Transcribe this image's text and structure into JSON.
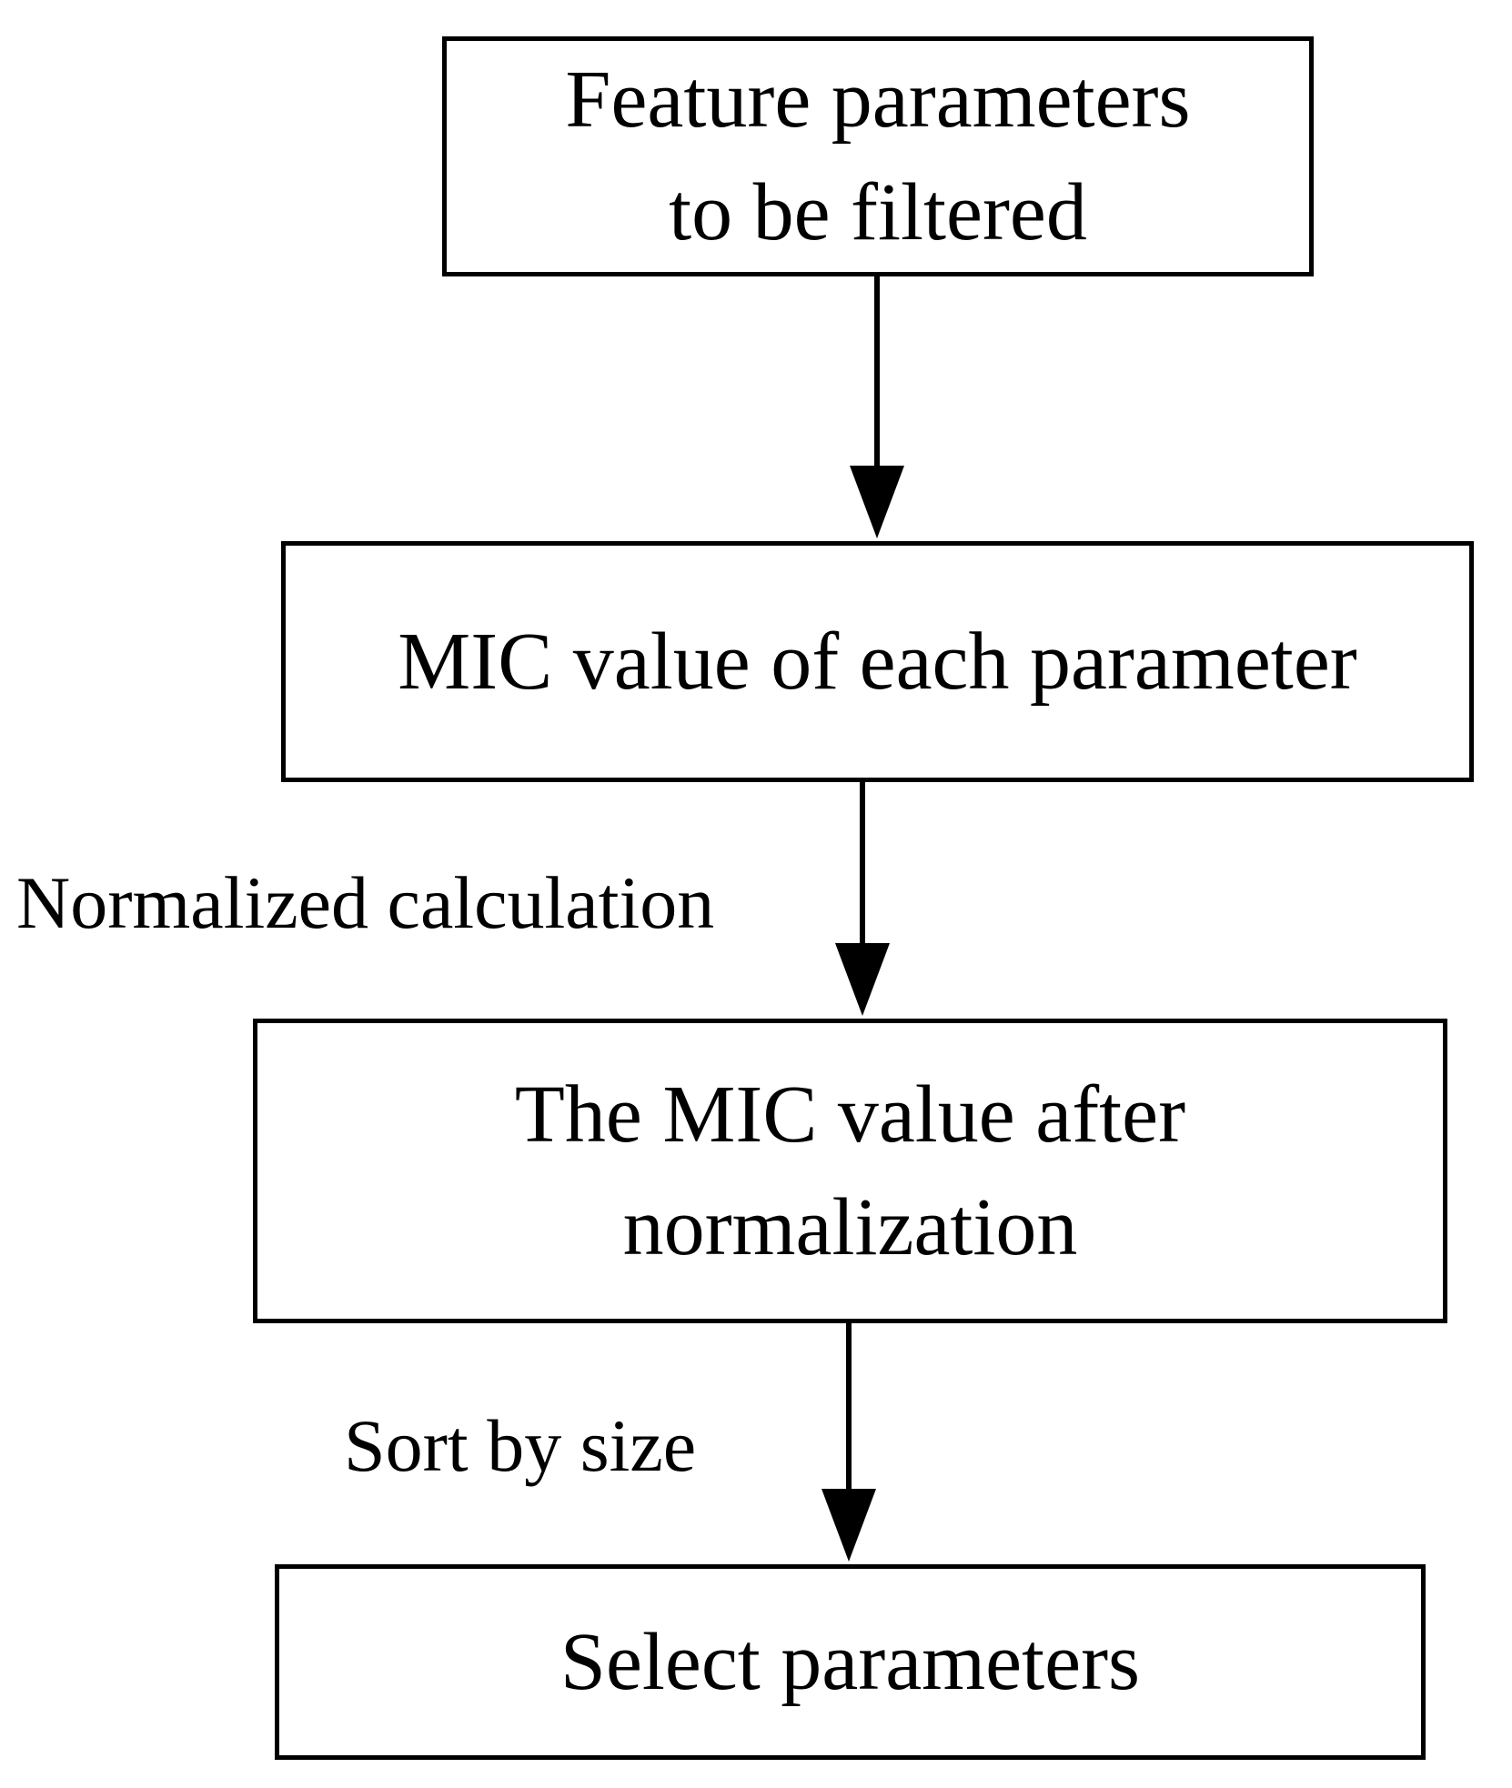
{
  "nodes": [
    {
      "id": "n1",
      "lines": [
        "Feature parameters",
        "to be filtered"
      ]
    },
    {
      "id": "n2",
      "lines": [
        "MIC value of each parameter"
      ]
    },
    {
      "id": "n3",
      "lines": [
        "The MIC value after",
        "normalization"
      ]
    },
    {
      "id": "n4",
      "lines": [
        "Select parameters"
      ]
    }
  ],
  "edges": [
    {
      "from": "n1",
      "to": "n2",
      "label": ""
    },
    {
      "from": "n2",
      "to": "n3",
      "label": "Normalized calculation"
    },
    {
      "from": "n3",
      "to": "n4",
      "label": "Sort by size"
    }
  ],
  "colors": {
    "stroke": "#000000",
    "background": "#ffffff"
  }
}
